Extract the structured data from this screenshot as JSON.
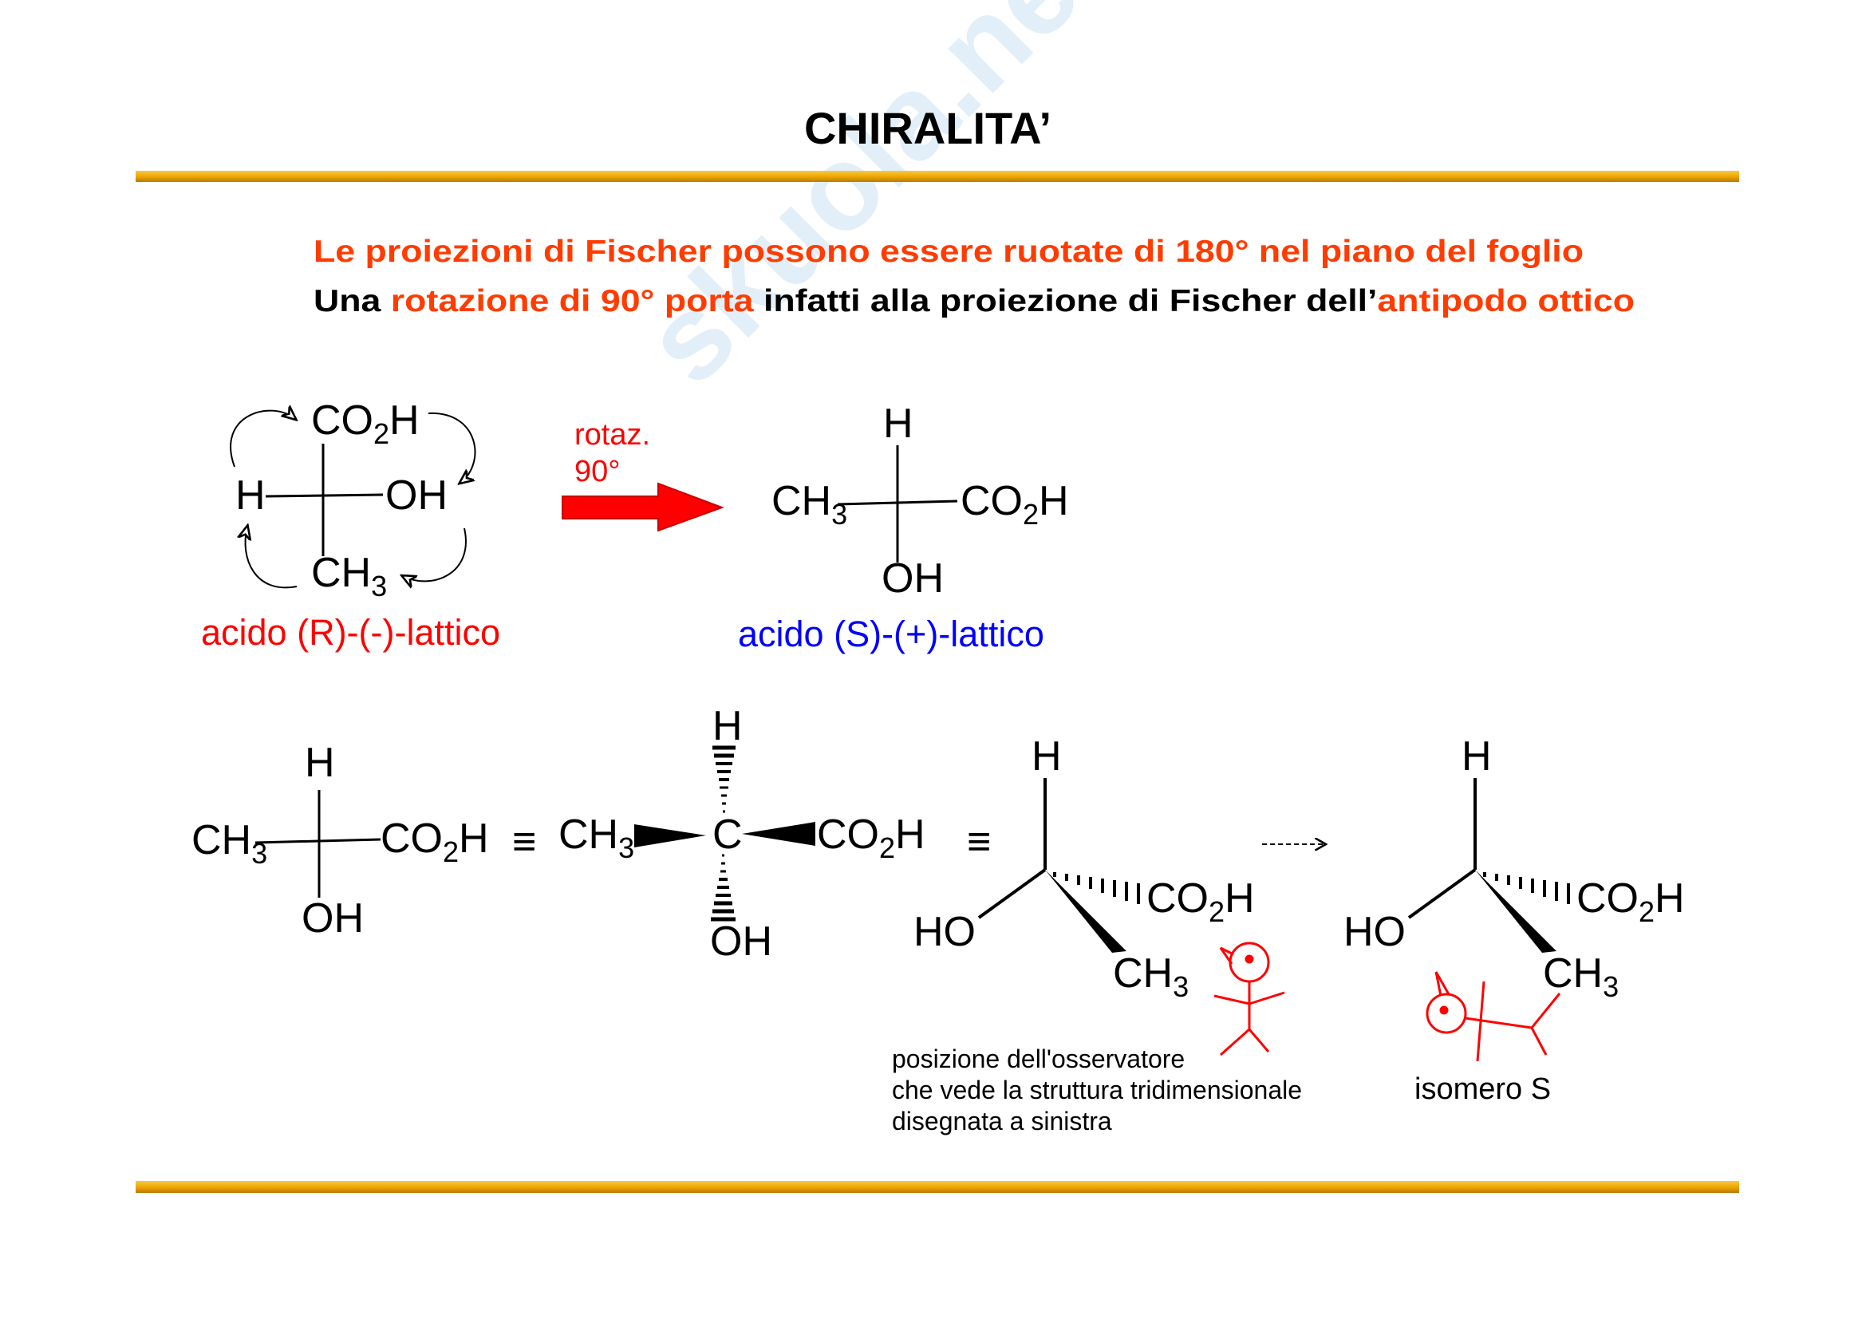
{
  "title": "CHIRALITA’",
  "watermark": "skuola.net",
  "colors": {
    "accent_bar": "#f0a800",
    "highlight": "#ff3c00",
    "r_label": "#ff0000",
    "s_label": "#0000ff",
    "observer": "#ff0000"
  },
  "intro": {
    "line1": "Le proiezioni di Fischer possono essere ruotate di 180° nel piano del foglio",
    "line2_parts": [
      "Una ",
      "rotazione di 90° porta",
      " infatti alla proiezione di Fischer dell’",
      "antipodo ottico"
    ]
  },
  "top_row": {
    "fischer_r": {
      "top": "CO",
      "top_sub": "2",
      "top_end": "H",
      "left": "H",
      "right": "OH",
      "bottom": "CH",
      "bottom_sub": "3",
      "label": "acido (R)-(-)-lattico"
    },
    "rotation": {
      "line1": "rotaz.",
      "line2": "90°"
    },
    "fischer_s": {
      "top": "H",
      "left": "CH",
      "left_sub": "3",
      "right": "CO",
      "right_sub": "2",
      "right_end": "H",
      "bottom": "OH",
      "label": "acido (S)-(+)-lattico"
    }
  },
  "bottom_row": {
    "fischer": {
      "top": "H",
      "left": "CH",
      "left_sub": "3",
      "right": "CO",
      "right_sub": "2",
      "right_end": "H",
      "bottom": "OH"
    },
    "equiv": "≡",
    "wedge": {
      "center": "C",
      "top": "H",
      "left": "CH",
      "left_sub": "3",
      "right": "CO",
      "right_sub": "2",
      "right_end": "H",
      "bottom": "OH"
    },
    "struct3d": {
      "top": "H",
      "left": "HO",
      "hash": "CO",
      "hash_sub": "2",
      "hash_end": "H",
      "wedge": "CH",
      "wedge_sub": "3"
    },
    "observer_caption": [
      "posizione dell'osservatore",
      "che vede la struttura tridimensionale",
      "disegnata a sinistra"
    ],
    "isomer_label": "isomero S"
  }
}
